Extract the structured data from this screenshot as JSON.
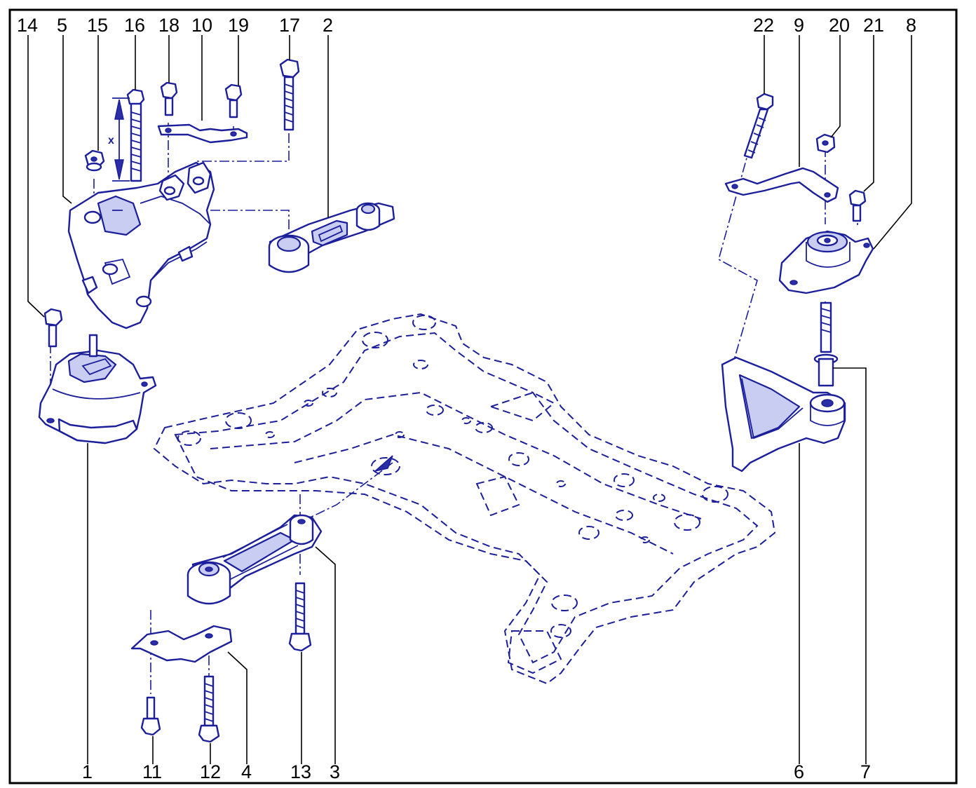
{
  "colors": {
    "line": "#1b1f9a",
    "shade": "#c9cdf2",
    "text": "#000000",
    "background": "#ffffff"
  },
  "callouts": {
    "c14": "14",
    "c5": "5",
    "c15": "15",
    "c16": "16",
    "c18": "18",
    "c10": "10",
    "c19": "19",
    "c17": "17",
    "c2": "2",
    "c22": "22",
    "c9": "9",
    "c20": "20",
    "c21": "21",
    "c8": "8",
    "c1": "1",
    "c11": "11",
    "c12": "12",
    "c4": "4",
    "c13": "13",
    "c3": "3",
    "c6": "6",
    "c7": "7"
  },
  "dimension": {
    "label": "x"
  }
}
